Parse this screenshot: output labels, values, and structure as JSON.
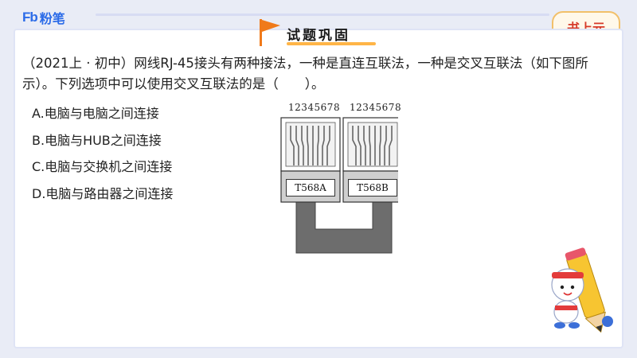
{
  "brand": {
    "logo_mark": "Fb",
    "name": "粉笔"
  },
  "badge": {
    "text": "书上元"
  },
  "section_title": "试题巩固",
  "question": {
    "text": "（2021上 · 初中）网线RJ-45接头有两种接法，一种是直连互联法，一种是交叉互联法（如下图所示）。下列选项中可以使用交叉互联法的是（　　）。"
  },
  "options": [
    {
      "label": "A.电脑与电脑之间连接"
    },
    {
      "label": "B.电脑与HUB之间连接"
    },
    {
      "label": "C.电脑与交换机之间连接"
    },
    {
      "label": "D.电脑与路由器之间连接"
    }
  ],
  "figure": {
    "left_pins": "12345678",
    "right_pins": "12345678",
    "left_standard": "T568A",
    "right_standard": "T568B"
  },
  "colors": {
    "accent_blue": "#2b6be8",
    "flag_orange": "#f07a1a",
    "badge_red": "#d63a2a",
    "cable_gray": "#6d6d6d"
  }
}
